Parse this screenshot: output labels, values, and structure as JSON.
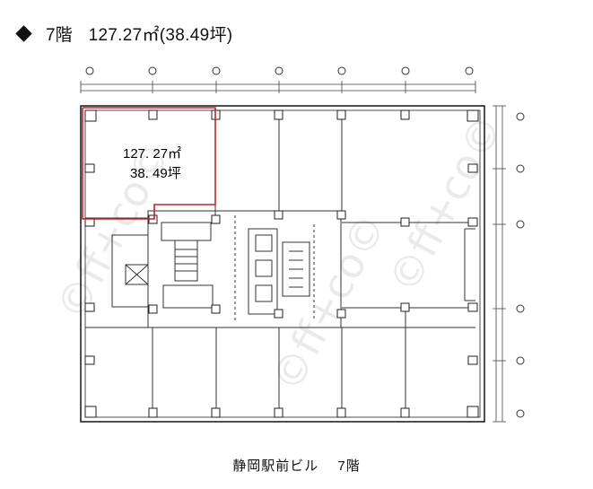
{
  "header": {
    "bullet_icon": "diamond-icon",
    "floor": "7階",
    "area": "127.27㎡(38.49坪)"
  },
  "plan": {
    "highlight_color": "#c0242b",
    "line_color": "#222222",
    "room_label_area": "127. 27㎡",
    "room_label_tsubo": "38. 49坪",
    "watermark": "©ff+co©"
  },
  "caption": {
    "building": "静岡駅前ビル",
    "floor": "7階"
  }
}
